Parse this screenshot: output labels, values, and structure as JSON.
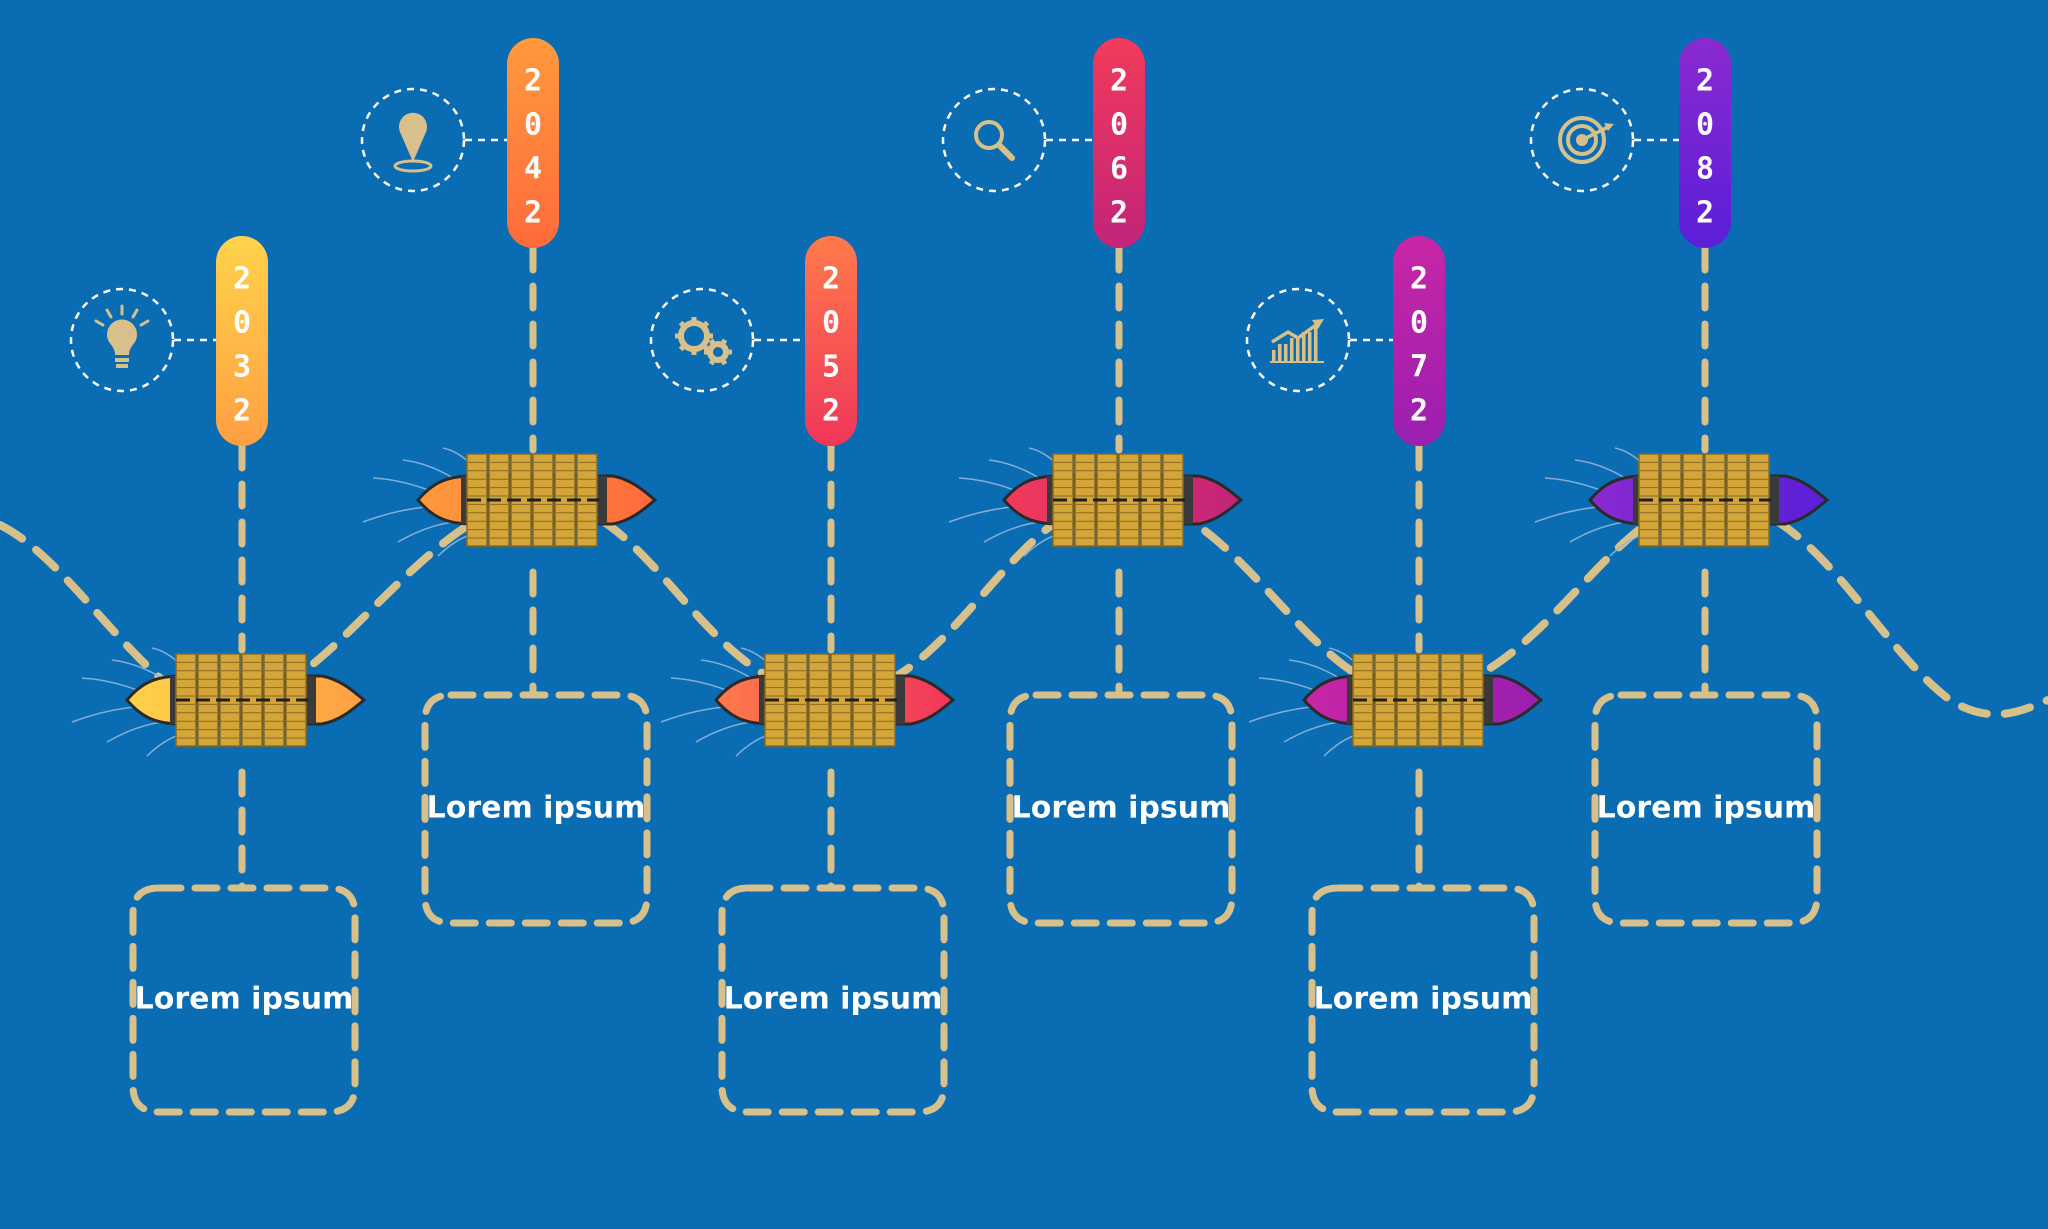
{
  "colors": {
    "background": "#0a6cb3",
    "dash": "#d8c08a",
    "cargo": "#d4a63a"
  },
  "milestones": [
    {
      "year": "2032",
      "label": "Lorem ipsum",
      "icon": "lightbulb-icon",
      "color_top": "#ffd34a",
      "color_bottom": "#ff9f43"
    },
    {
      "year": "2042",
      "label": "Lorem ipsum",
      "icon": "map-pin-icon",
      "color_top": "#ff9a3c",
      "color_bottom": "#ff6a3c"
    },
    {
      "year": "2052",
      "label": "Lorem ipsum",
      "icon": "gears-icon",
      "color_top": "#ff7a4a",
      "color_bottom": "#f0365a"
    },
    {
      "year": "2062",
      "label": "Lorem ipsum",
      "icon": "magnifier-icon",
      "color_top": "#f23a5a",
      "color_bottom": "#c2247a"
    },
    {
      "year": "2072",
      "label": "Lorem ipsum",
      "icon": "growth-chart-icon",
      "color_top": "#c826a6",
      "color_bottom": "#9a1fb0"
    },
    {
      "year": "2082",
      "label": "Lorem ipsum",
      "icon": "target-icon",
      "color_top": "#8a2ad0",
      "color_bottom": "#5a1fd8"
    }
  ]
}
